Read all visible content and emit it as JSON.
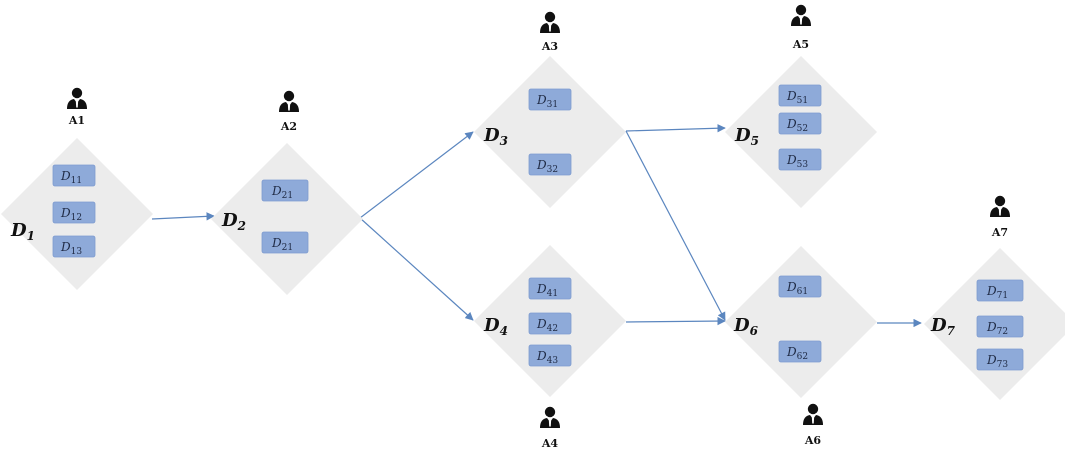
{
  "colors": {
    "diamond": "#ececec",
    "box": "#8eaad9",
    "edge": "#5b86bf",
    "actor": "#111111"
  },
  "icons": {
    "actor": "person-icon"
  },
  "nodes": [
    {
      "id": "D1",
      "label": {
        "main": "D",
        "sub": "1"
      },
      "actor": "A1",
      "items": [
        {
          "main": "D",
          "sub": "11"
        },
        {
          "main": "D",
          "sub": "12"
        },
        {
          "main": "D",
          "sub": "13"
        }
      ]
    },
    {
      "id": "D2",
      "label": {
        "main": "D",
        "sub": "2"
      },
      "actor": "A2",
      "items": [
        {
          "main": "D",
          "sub": "21"
        },
        {
          "main": "D",
          "sub": "21"
        }
      ]
    },
    {
      "id": "D3",
      "label": {
        "main": "D",
        "sub": "3"
      },
      "actor": "A3",
      "items": [
        {
          "main": "D",
          "sub": "31"
        },
        {
          "main": "D",
          "sub": "32"
        }
      ]
    },
    {
      "id": "D4",
      "label": {
        "main": "D",
        "sub": "4"
      },
      "actor": "A4",
      "items": [
        {
          "main": "D",
          "sub": "41"
        },
        {
          "main": "D",
          "sub": "42"
        },
        {
          "main": "D",
          "sub": "43"
        }
      ]
    },
    {
      "id": "D5",
      "label": {
        "main": "D",
        "sub": "5"
      },
      "actor": "A5",
      "items": [
        {
          "main": "D",
          "sub": "51"
        },
        {
          "main": "D",
          "sub": "52"
        },
        {
          "main": "D",
          "sub": "53"
        }
      ]
    },
    {
      "id": "D6",
      "label": {
        "main": "D",
        "sub": "6"
      },
      "actor": "A6",
      "items": [
        {
          "main": "D",
          "sub": "61"
        },
        {
          "main": "D",
          "sub": "62"
        }
      ]
    },
    {
      "id": "D7",
      "label": {
        "main": "D",
        "sub": "7"
      },
      "actor": "A7",
      "items": [
        {
          "main": "D",
          "sub": "71"
        },
        {
          "main": "D",
          "sub": "72"
        },
        {
          "main": "D",
          "sub": "73"
        }
      ]
    }
  ],
  "edges": [
    {
      "from": "D1",
      "to": "D2"
    },
    {
      "from": "D2",
      "to": "D3"
    },
    {
      "from": "D2",
      "to": "D4"
    },
    {
      "from": "D3",
      "to": "D5"
    },
    {
      "from": "D3",
      "to": "D6"
    },
    {
      "from": "D4",
      "to": "D6"
    },
    {
      "from": "D6",
      "to": "D7"
    }
  ]
}
